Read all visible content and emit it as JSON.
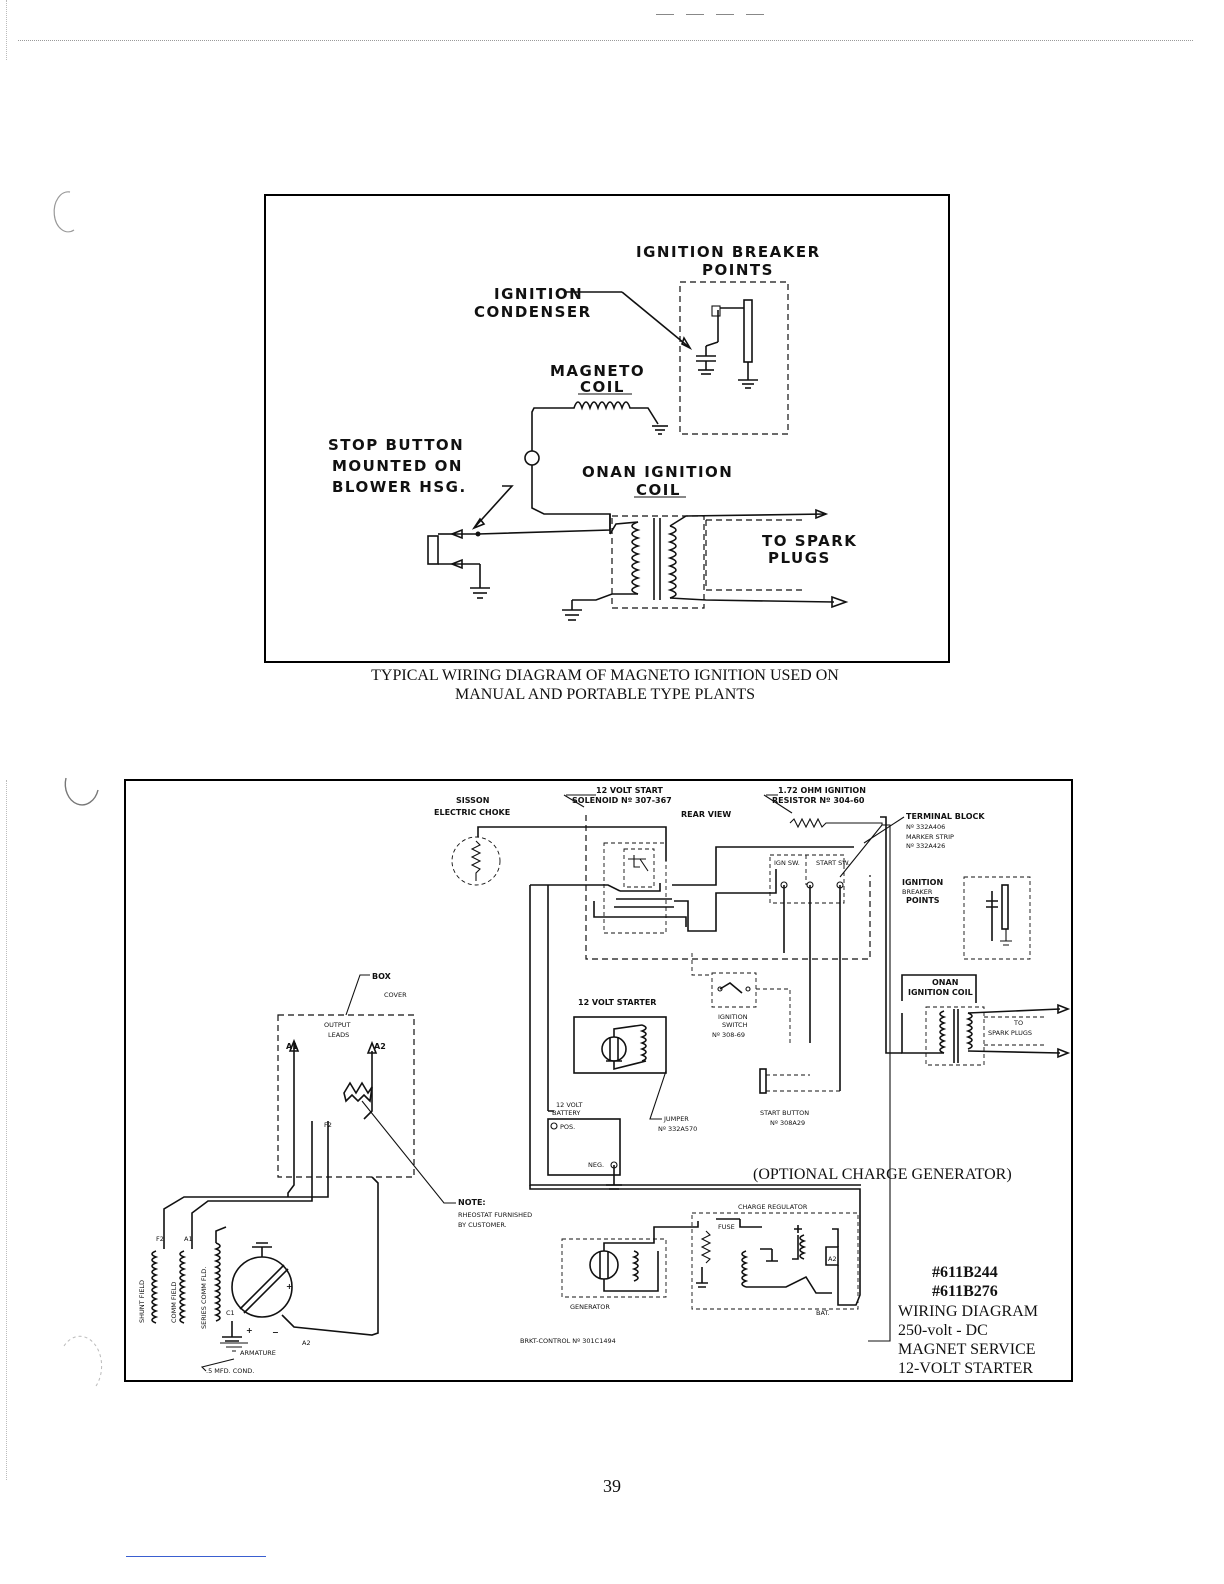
{
  "diagram1": {
    "labels": {
      "breaker_points_1": "IGNITION BREAKER",
      "breaker_points_2": "POINTS",
      "condenser_1": "IGNITION",
      "condenser_2": "CONDENSER",
      "magneto_1": "MAGNETO",
      "magneto_2": "COIL",
      "stop_1": "STOP BUTTON",
      "stop_2": "MOUNTED ON",
      "stop_3": "BLOWER HSG.",
      "onan_1": "ONAN IGNITION",
      "onan_2": "COIL",
      "spark_1": "TO SPARK",
      "spark_2": "PLUGS"
    },
    "caption_1": "TYPICAL WIRING DIAGRAM OF MAGNETO IGNITION USED ON",
    "caption_2": "MANUAL AND PORTABLE TYPE PLANTS"
  },
  "diagram2": {
    "labels": {
      "sisson_1": "SISSON",
      "sisson_2": "ELECTRIC CHOKE",
      "solenoid_1": "12 VOLT START",
      "solenoid_2": "SOLENOID Nº 307-367",
      "rear_view": "REAR VIEW",
      "resistor_1": "1.72 OHM IGNITION",
      "resistor_2": "RESISTOR Nº 304-60",
      "terminal_1": "TERMINAL BLOCK",
      "terminal_2": "Nº 332A406",
      "terminal_3": "MARKER STRIP",
      "terminal_4": "Nº 332A426",
      "ign_sw": "IGN SW.",
      "start_sw": "START SW.",
      "breaker_1": "IGNITION",
      "breaker_2": "BREAKER",
      "breaker_3": "POINTS",
      "onan_1": "ONAN",
      "onan_2": "IGNITION COIL",
      "spark_1": "TO",
      "spark_2": "SPARK PLUGS",
      "box_1": "BOX",
      "box_2": "COVER",
      "output_1": "OUTPUT",
      "output_2": "LEADS",
      "a1": "A1",
      "a2": "A2",
      "f2": "F2",
      "starter": "12 VOLT STARTER",
      "ign_switch_1": "IGNITION",
      "ign_switch_2": "SWITCH",
      "ign_switch_3": "Nº 308-69",
      "battery_1": "12 VOLT",
      "battery_2": "BATTERY",
      "pos": "POS.",
      "neg": "NEG.",
      "jumper_1": "JUMPER",
      "jumper_2": "Nº 332A570",
      "start_button_1": "START BUTTON",
      "start_button_2": "Nº 308A29",
      "optional": "(OPTIONAL CHARGE GENERATOR)",
      "note_1": "NOTE:",
      "note_2": "RHEOSTAT FURNISHED",
      "note_3": "BY CUSTOMER.",
      "charge_regulator": "CHARGE REGULATOR",
      "generator": "GENERATOR",
      "bat": "BAT.",
      "fuse": "FUSE",
      "brkt": "BRKT-CONTROL Nº 301C1494",
      "shunt_field": "SHUNT FIELD",
      "comm_field": "COMM FIELD",
      "series_comm": "SERIES COMM FLD.",
      "f2_side": "F2",
      "a1_side": "A1",
      "c1": "C1",
      "plus": "+",
      "minus": "−",
      "a2_side": "A2",
      "armature": "ARMATURE",
      "cond": ".5 MFD. COND."
    },
    "part_no_1": "#611B244",
    "part_no_2": "#611B276",
    "title_1": "WIRING DIAGRAM",
    "title_2": "250-volt - DC",
    "title_3": "MAGNET SERVICE",
    "title_4": "12-VOLT STARTER"
  },
  "page_number": "39"
}
